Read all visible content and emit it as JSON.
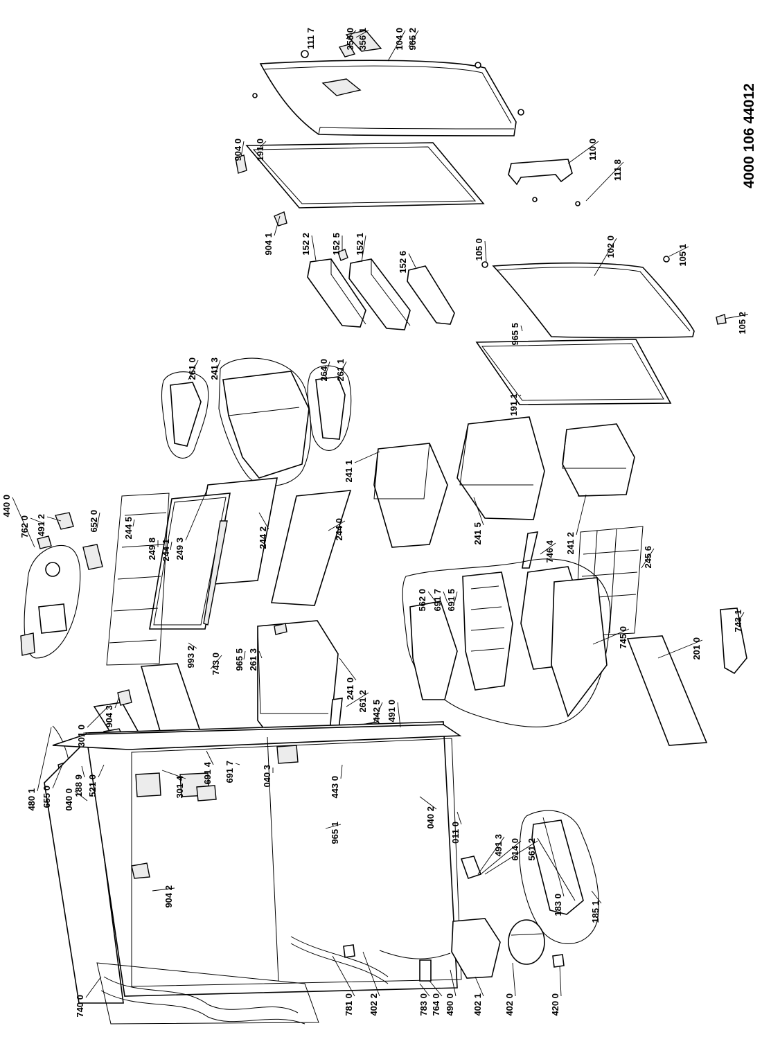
{
  "diagram": {
    "document_code": "4000 106 44012",
    "part_labels": [
      {
        "id": "111-7",
        "text": "111 7"
      },
      {
        "id": "356-0",
        "text": "356 0"
      },
      {
        "id": "356-1",
        "text": "356 1"
      },
      {
        "id": "104-0",
        "text": "104 0"
      },
      {
        "id": "965-2",
        "text": "965 2"
      },
      {
        "id": "904-0",
        "text": "904 0"
      },
      {
        "id": "191-0",
        "text": "191 0"
      },
      {
        "id": "110-0",
        "text": "110 0"
      },
      {
        "id": "111-8",
        "text": "111 8"
      },
      {
        "id": "904-1",
        "text": "904 1"
      },
      {
        "id": "152-2",
        "text": "152 2"
      },
      {
        "id": "152-5",
        "text": "152 5"
      },
      {
        "id": "152-1",
        "text": "152 1"
      },
      {
        "id": "152-6",
        "text": "152 6"
      },
      {
        "id": "105-0",
        "text": "105 0"
      },
      {
        "id": "102-0",
        "text": "102 0"
      },
      {
        "id": "105-1",
        "text": "105 1"
      },
      {
        "id": "965-5a",
        "text": "965 5"
      },
      {
        "id": "105-2",
        "text": "105 2"
      },
      {
        "id": "261-0",
        "text": "261 0"
      },
      {
        "id": "241-3",
        "text": "241 3"
      },
      {
        "id": "264-0",
        "text": "264 0"
      },
      {
        "id": "261-1",
        "text": "261 1"
      },
      {
        "id": "191-1",
        "text": "191 1"
      },
      {
        "id": "440-0",
        "text": "440 0"
      },
      {
        "id": "762-0",
        "text": "762 0"
      },
      {
        "id": "491-2",
        "text": "491 2"
      },
      {
        "id": "652-0",
        "text": "652 0"
      },
      {
        "id": "244-5",
        "text": "244 5"
      },
      {
        "id": "249-8",
        "text": "249 8"
      },
      {
        "id": "244-1",
        "text": "244 1"
      },
      {
        "id": "249-3",
        "text": "249 3"
      },
      {
        "id": "244-2",
        "text": "244 2"
      },
      {
        "id": "244-0",
        "text": "244 0"
      },
      {
        "id": "241-1",
        "text": "241 1"
      },
      {
        "id": "241-5",
        "text": "241 5"
      },
      {
        "id": "746-4",
        "text": "746 4"
      },
      {
        "id": "241-2",
        "text": "241 2"
      },
      {
        "id": "245-6",
        "text": "245 6"
      },
      {
        "id": "562-0",
        "text": "562 0"
      },
      {
        "id": "691-7a",
        "text": "691 7"
      },
      {
        "id": "691-5",
        "text": "691 5"
      },
      {
        "id": "745-0",
        "text": "745  0"
      },
      {
        "id": "201-0",
        "text": "201 0"
      },
      {
        "id": "743-1",
        "text": "743 1"
      },
      {
        "id": "993-2",
        "text": "993 2"
      },
      {
        "id": "743-0",
        "text": "743 0"
      },
      {
        "id": "965-5b",
        "text": "965 5"
      },
      {
        "id": "261-3",
        "text": "261 3"
      },
      {
        "id": "241-0",
        "text": "241 0"
      },
      {
        "id": "261-2",
        "text": "261 2"
      },
      {
        "id": "442-5",
        "text": "442 5"
      },
      {
        "id": "491-0",
        "text": "491 0"
      },
      {
        "id": "301-0",
        "text": "301 0"
      },
      {
        "id": "904-3",
        "text": "904 3"
      },
      {
        "id": "480-1",
        "text": "480 1"
      },
      {
        "id": "655-0",
        "text": "655 0"
      },
      {
        "id": "188-9",
        "text": "188 9"
      },
      {
        "id": "521-0",
        "text": "521 0"
      },
      {
        "id": "301-4",
        "text": "301 4"
      },
      {
        "id": "691-4",
        "text": "691 4"
      },
      {
        "id": "691-7b",
        "text": "691 7"
      },
      {
        "id": "040-3",
        "text": "040 3"
      },
      {
        "id": "443-0",
        "text": "443 0"
      },
      {
        "id": "040-0",
        "text": "040 0"
      },
      {
        "id": "040-2",
        "text": "040 2"
      },
      {
        "id": "965-1",
        "text": "965 1"
      },
      {
        "id": "011-0",
        "text": "011 0"
      },
      {
        "id": "491-3",
        "text": "491 3"
      },
      {
        "id": "614-0",
        "text": "614 0"
      },
      {
        "id": "561-2",
        "text": "561 2"
      },
      {
        "id": "183-0",
        "text": "183 0"
      },
      {
        "id": "185-1",
        "text": "185 1"
      },
      {
        "id": "904-2",
        "text": "904 2"
      },
      {
        "id": "740-0",
        "text": "740 0"
      },
      {
        "id": "781-0",
        "text": "781 0"
      },
      {
        "id": "402-2",
        "text": "402 2"
      },
      {
        "id": "783-0",
        "text": "783 0"
      },
      {
        "id": "764-0",
        "text": "764 0"
      },
      {
        "id": "490-0",
        "text": "490 0"
      },
      {
        "id": "402-1",
        "text": "402 1"
      },
      {
        "id": "402-0",
        "text": "402 0"
      },
      {
        "id": "420-0",
        "text": "420 0"
      }
    ]
  }
}
